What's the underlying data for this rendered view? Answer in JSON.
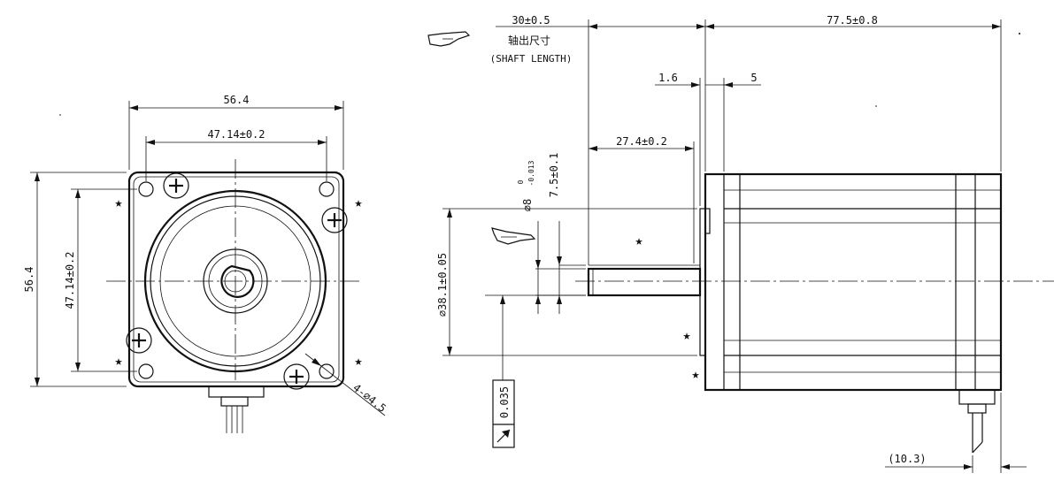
{
  "front_view": {
    "width_overall": "56.4",
    "hole_pitch_horizontal": "47.14±0.2",
    "height_overall": "56.4",
    "hole_pitch_vertical": "47.14±0.2",
    "mounting_holes": "4-⌀4.5"
  },
  "side_view": {
    "shaft_length": "30±0.5",
    "body_length": "77.5±0.8",
    "flange_thickness": "1.6",
    "flange_step": "5",
    "flat_length": "27.4±0.2",
    "shaft_diameter_label": "⌀8",
    "shaft_diameter_tol_upper": "0",
    "shaft_diameter_tol_lower": "-0.013",
    "flat_depth": "7.5±0.1",
    "pilot_diameter": "⌀38.1±0.05",
    "lead_offset": "(10.3)",
    "runout_tolerance": "0.035"
  },
  "note": {
    "chinese": "轴出尺寸",
    "english": "(SHAFT LENGTH)"
  },
  "markers": {
    "star_symbol": "★"
  },
  "icons": [
    "pointing-hand-icon",
    "pointing-hand-icon",
    "runout-arrow-icon"
  ]
}
